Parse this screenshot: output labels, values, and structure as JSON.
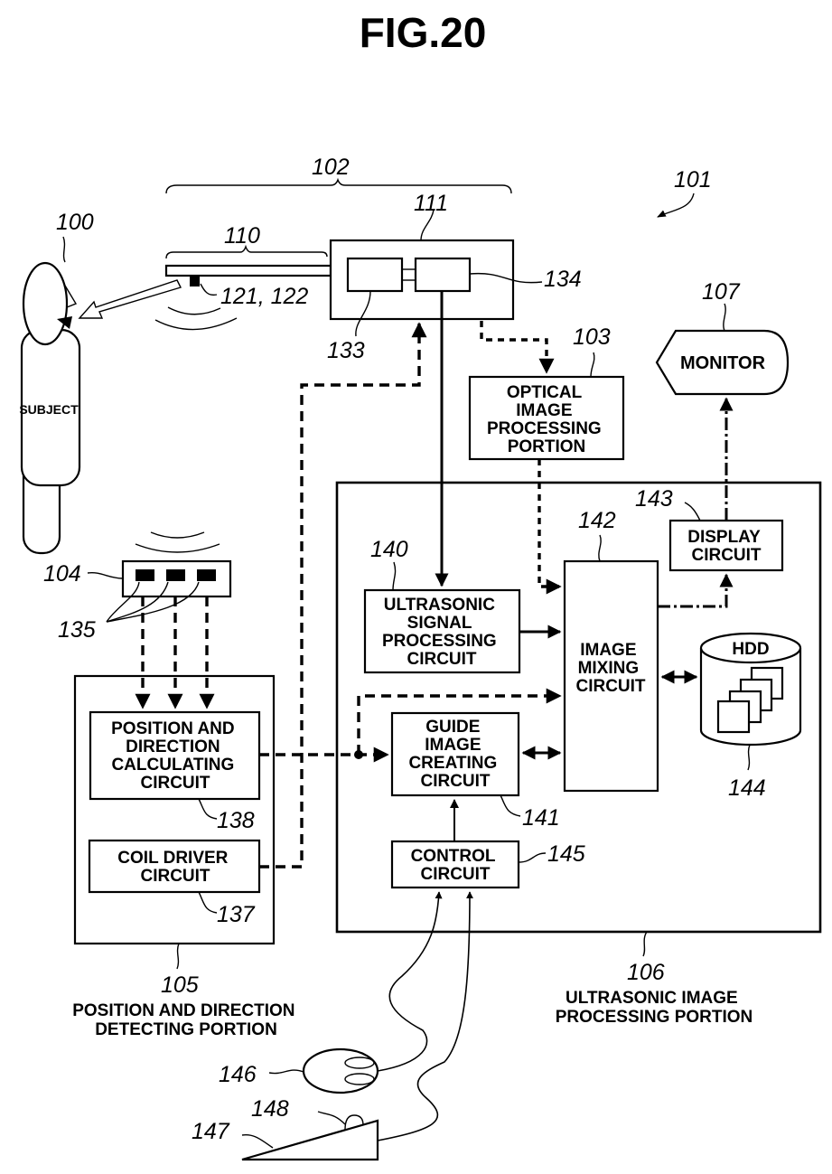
{
  "figure": {
    "title": "FIG.20"
  },
  "references": {
    "subject": "100",
    "system": "101",
    "endoscope_assembly": "102",
    "optical_image_processing": "103",
    "transmitting_antenna": "104",
    "position_direction_detecting": "105",
    "ultrasonic_image_processing": "106",
    "monitor": "107",
    "insertion_portion": "110",
    "operation_portion": "111",
    "transducers": "121, 122",
    "box_133": "133",
    "box_134": "134",
    "coils": "135",
    "coil_driver": "137",
    "position_calc": "138",
    "ultrasonic_signal": "140",
    "guide_image": "141",
    "image_mixing": "142",
    "display_circuit": "143",
    "hdd": "144",
    "control_circuit": "145",
    "mouse": "146",
    "foot_switch": "147",
    "foot_button": "148"
  },
  "labels": {
    "subject": "SUBJECT",
    "monitor": "MONITOR",
    "optical": [
      "OPTICAL",
      "IMAGE",
      "PROCESSING",
      "PORTION"
    ],
    "ultrasonic_signal": [
      "ULTRASONIC",
      "SIGNAL",
      "PROCESSING",
      "CIRCUIT"
    ],
    "image_mixing": [
      "IMAGE",
      "MIXING",
      "CIRCUIT"
    ],
    "display": [
      "DISPLAY",
      "CIRCUIT"
    ],
    "hdd": "HDD",
    "guide": [
      "GUIDE",
      "IMAGE",
      "CREATING",
      "CIRCUIT"
    ],
    "control": [
      "CONTROL",
      "CIRCUIT"
    ],
    "position_calc": [
      "POSITION AND",
      "DIRECTION",
      "CALCULATING",
      "CIRCUIT"
    ],
    "coil_driver": [
      "COIL DRIVER",
      "CIRCUIT"
    ],
    "portion_105": [
      "POSITION AND DIRECTION",
      "DETECTING PORTION"
    ],
    "portion_106": [
      "ULTRASONIC IMAGE",
      "PROCESSING PORTION"
    ]
  }
}
